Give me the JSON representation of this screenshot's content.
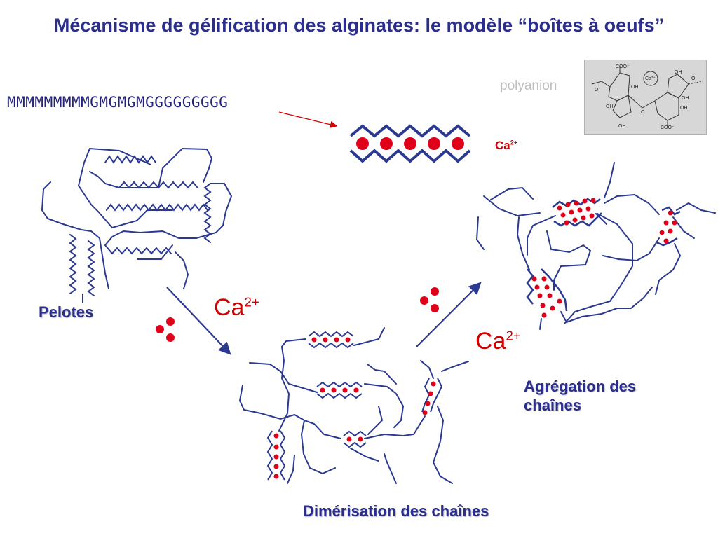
{
  "title": "Mécanisme de gélification des alginates: le modèle “boîtes à oeufs”",
  "sequence": "MMMMMMMMMGMGMGMGGGGGGGGG",
  "polyanion_label": "polyanion",
  "structure": {
    "labels": [
      "COO⁻",
      "OH",
      "OH",
      "O",
      "OH",
      "Ca²⁺",
      "OH",
      "OH",
      "OH",
      "COO⁻",
      "O",
      "O"
    ]
  },
  "ca_ion": {
    "base": "Ca",
    "charge": "2+"
  },
  "labels": {
    "pelotes": "Pelotes",
    "dimerisation": "Dimérisation des chaînes",
    "agregation_line1": "Agrégation des",
    "agregation_line2": "chaînes"
  },
  "colors": {
    "title": "#2b2e8c",
    "chain": "#2b3990",
    "ion": "#e0001a",
    "arrow_sequence": "#d40000"
  }
}
